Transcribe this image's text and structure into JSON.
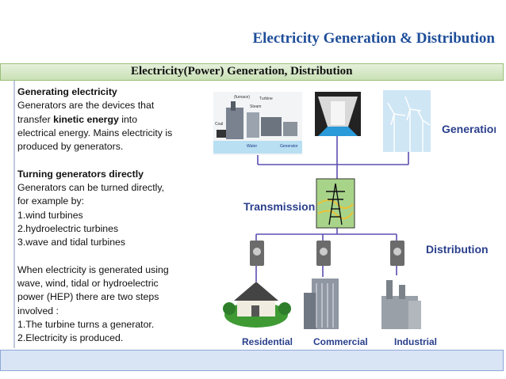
{
  "slide": {
    "title": "Electricity Generation & Distribution",
    "subtitle": "Electricity(Power) Generation, Distribution"
  },
  "text": {
    "h1": "Generating electricity",
    "p1_1": "Generators are the devices that",
    "p1_2a": "transfer ",
    "p1_2b": "kinetic energy",
    "p1_2c": " into",
    "p1_3": "electrical energy. Mains electricity is",
    "p1_4": "produced by generators.",
    "h2": "Turning generators directly",
    "p2_1": "Generators can be turned directly,",
    "p2_2": "for example by:",
    "p2_3": "1.wind turbines",
    "p2_4": "2.hydroelectric turbines",
    "p2_5": "3.wave and tidal turbines",
    "p3_1": "When electricity is generated using",
    "p3_2": "wave, wind, tidal or hydroelectric",
    "p3_3": "power (HEP) there are two steps",
    "p3_4": "involved :",
    "p3_5": "1.The turbine turns a generator.",
    "p3_6": "2.Electricity is produced."
  },
  "diagram": {
    "generation": "Generation",
    "transmission": "Transmission",
    "distribution": "Distribution",
    "residential": "Residential",
    "commercial": "Commercial",
    "industrial": "Industrial",
    "plant_furnace": "(furnace)",
    "plant_turbine": "Turbine",
    "plant_steam": "Steam",
    "plant_coal": "Coal",
    "plant_water": "Water",
    "plant_generator": "Generator"
  },
  "colors": {
    "title": "#1f4e9a",
    "subbar": "#d6e8c5",
    "bottombar": "#d9e4f5",
    "line": "#5b4fb0",
    "label": "#2a3f8c"
  }
}
